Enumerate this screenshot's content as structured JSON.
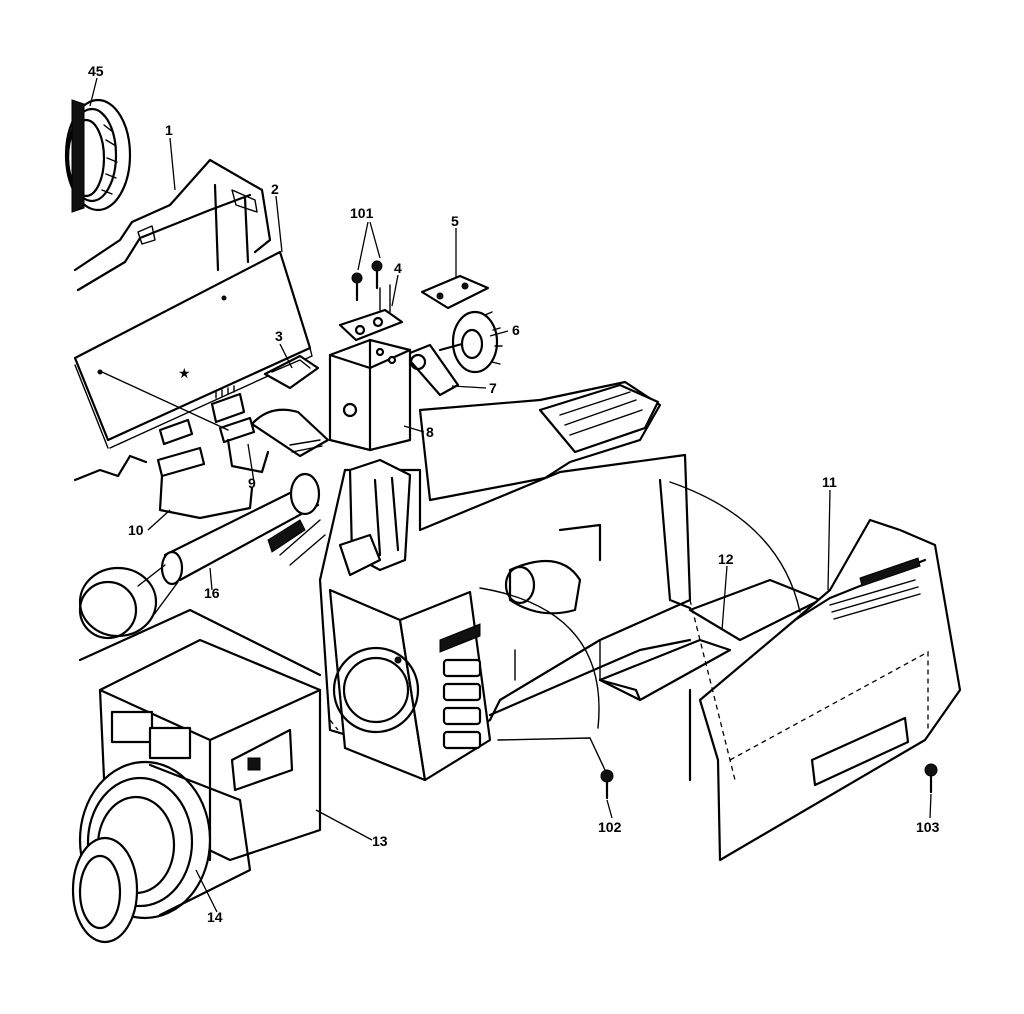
{
  "callouts": [
    {
      "id": "45",
      "label": "45"
    },
    {
      "id": "1",
      "label": "1"
    },
    {
      "id": "2",
      "label": "2"
    },
    {
      "id": "3",
      "label": "3"
    },
    {
      "id": "101",
      "label": "101"
    },
    {
      "id": "4",
      "label": "4"
    },
    {
      "id": "5",
      "label": "5"
    },
    {
      "id": "6",
      "label": "6"
    },
    {
      "id": "7",
      "label": "7"
    },
    {
      "id": "8",
      "label": "8"
    },
    {
      "id": "9",
      "label": "9"
    },
    {
      "id": "10",
      "label": "10"
    },
    {
      "id": "16",
      "label": "16"
    },
    {
      "id": "11",
      "label": "11"
    },
    {
      "id": "12",
      "label": "12"
    },
    {
      "id": "13",
      "label": "13"
    },
    {
      "id": "14",
      "label": "14"
    },
    {
      "id": "102",
      "label": "102"
    },
    {
      "id": "103",
      "label": "103"
    }
  ],
  "marks": {
    "star": "★"
  }
}
